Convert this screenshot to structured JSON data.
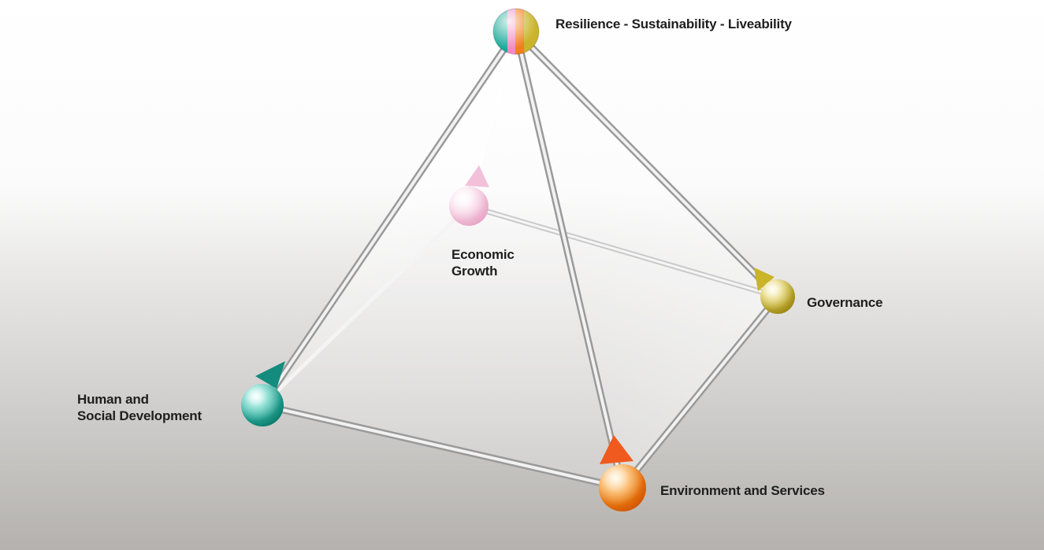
{
  "nodes": {
    "apex": {
      "label": "Resilience - Sustainability - Liveability",
      "icon": "multicolor-sphere-icon",
      "colors": [
        "#19a999",
        "#f08bc0",
        "#f07f1e",
        "#c9b42a"
      ]
    },
    "economic": {
      "label_lines": [
        "Economic",
        "Growth"
      ],
      "icon": "pink-sphere-icon",
      "color": "#f2b9d6"
    },
    "governance": {
      "label": "Governance",
      "icon": "gold-sphere-icon",
      "color": "#c9b42a"
    },
    "human": {
      "label_lines": [
        "Human and",
        "Social Development"
      ],
      "icon": "teal-sphere-icon",
      "color": "#19a999"
    },
    "environment": {
      "label": "Environment and Services",
      "icon": "orange-sphere-icon",
      "color": "#f07f1e"
    }
  },
  "arrow_colors": {
    "economic": "#f2b9d6",
    "governance": "#c9b42a",
    "human": "#138c7d",
    "environment": "#f05a1e"
  }
}
